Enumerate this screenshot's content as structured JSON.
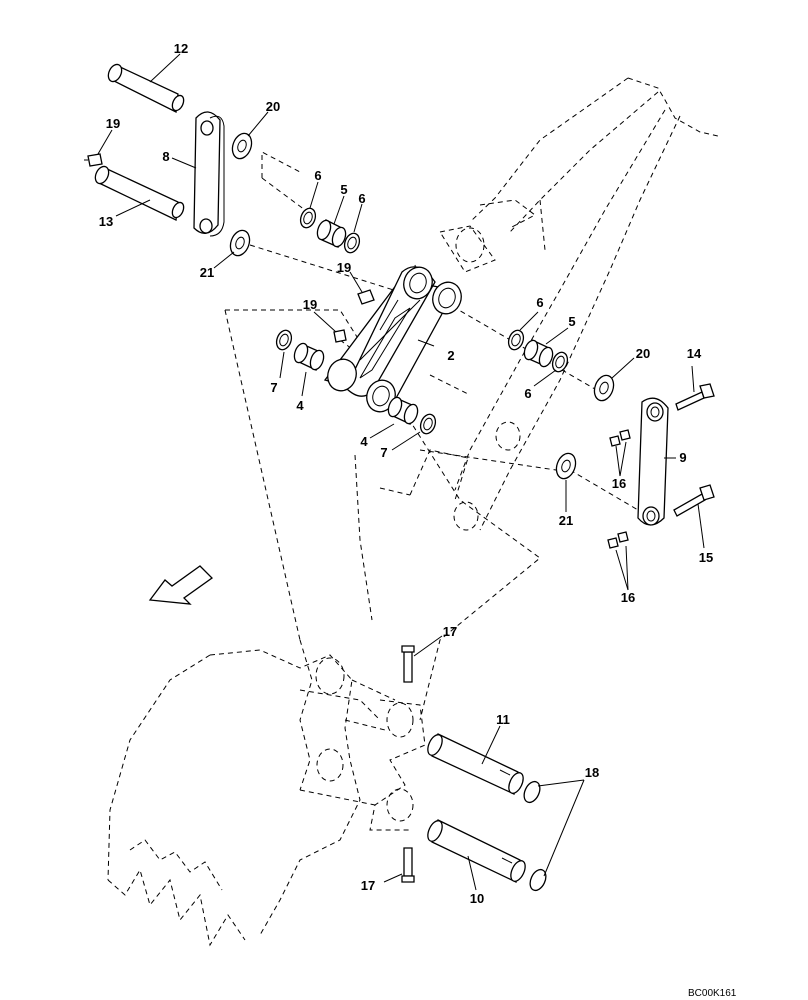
{
  "drawing_code": "BC00K161",
  "callouts": {
    "c2": "2",
    "c4a": "4",
    "c4b": "4",
    "c5a": "5",
    "c5b": "5",
    "c6a": "6",
    "c6b": "6",
    "c6c": "6",
    "c6d": "6",
    "c7a": "7",
    "c7b": "7",
    "c8": "8",
    "c9": "9",
    "c10": "10",
    "c11": "11",
    "c12": "12",
    "c13": "13",
    "c14": "14",
    "c15": "15",
    "c16a": "16",
    "c16b": "16",
    "c17a": "17",
    "c17b": "17",
    "c18": "18",
    "c19a": "19",
    "c19b": "19",
    "c19c": "19",
    "c20a": "20",
    "c20b": "20",
    "c21a": "21",
    "c21b": "21"
  },
  "icons": {
    "direction": "arrow-icon"
  }
}
